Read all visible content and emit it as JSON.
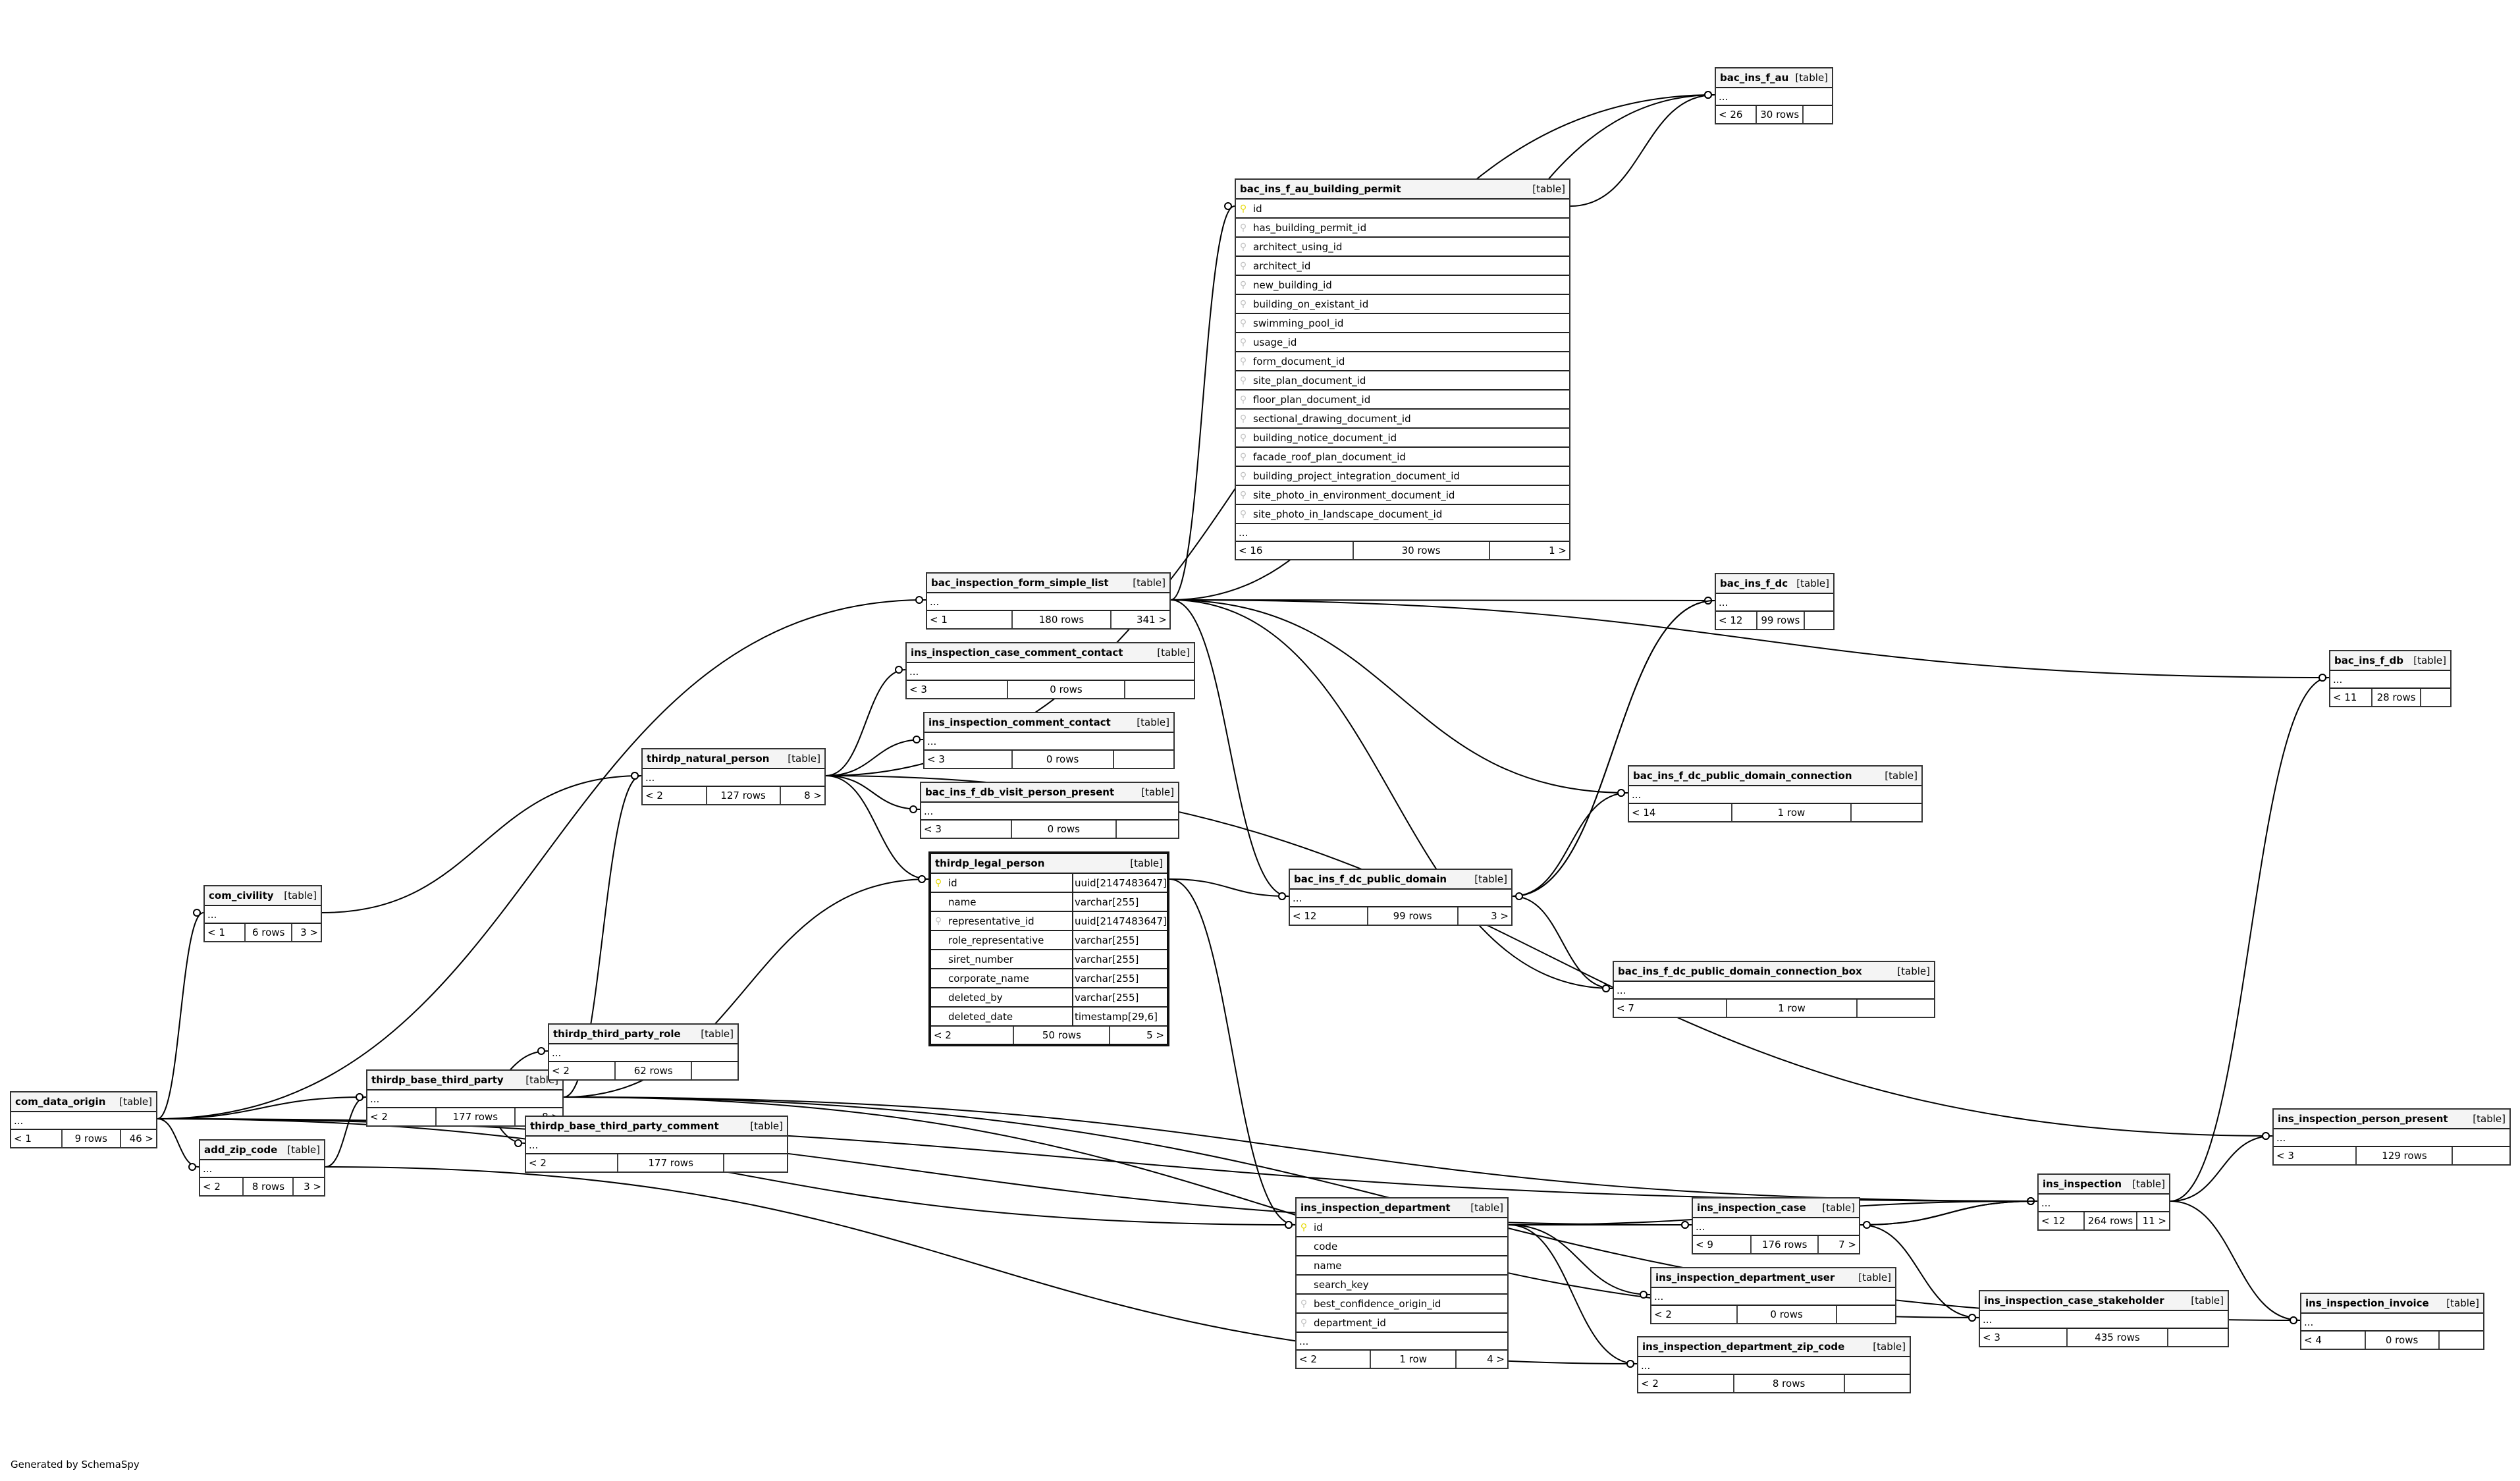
{
  "diagram": {
    "generator_text": "Generated by SchemaSpy",
    "tables": [
      {
        "id": "bac_ins_f_au",
        "name": "bac_ins_f_au",
        "kind": "[table]",
        "parents": "< 26",
        "rows": "30 rows",
        "children": ""
      },
      {
        "id": "bac_ins_f_au_building_permit",
        "name": "bac_ins_f_au_building_permit",
        "kind": "[table]",
        "columns": [
          {
            "key": "pk",
            "name": "id"
          },
          {
            "key": "fk",
            "name": "has_building_permit_id"
          },
          {
            "key": "fk",
            "name": "architect_using_id"
          },
          {
            "key": "fk",
            "name": "architect_id"
          },
          {
            "key": "fk",
            "name": "new_building_id"
          },
          {
            "key": "fk",
            "name": "building_on_existant_id"
          },
          {
            "key": "fk",
            "name": "swimming_pool_id"
          },
          {
            "key": "fk",
            "name": "usage_id"
          },
          {
            "key": "fk",
            "name": "form_document_id"
          },
          {
            "key": "fk",
            "name": "site_plan_document_id"
          },
          {
            "key": "fk",
            "name": "floor_plan_document_id"
          },
          {
            "key": "fk",
            "name": "sectional_drawing_document_id"
          },
          {
            "key": "fk",
            "name": "building_notice_document_id"
          },
          {
            "key": "fk",
            "name": "facade_roof_plan_document_id"
          },
          {
            "key": "fk",
            "name": "building_project_integration_document_id"
          },
          {
            "key": "fk",
            "name": "site_photo_in_environment_document_id"
          },
          {
            "key": "fk",
            "name": "site_photo_in_landscape_document_id"
          }
        ],
        "more": "...",
        "parents": "< 16",
        "rows": "30 rows",
        "children": "1 >"
      },
      {
        "id": "bac_inspection_form_simple_list",
        "name": "bac_inspection_form_simple_list",
        "kind": "[table]",
        "parents": "< 1",
        "rows": "180 rows",
        "children": "341 >"
      },
      {
        "id": "ins_inspection_case_comment_contact",
        "name": "ins_inspection_case_comment_contact",
        "kind": "[table]",
        "parents": "< 3",
        "rows": "0 rows",
        "children": ""
      },
      {
        "id": "ins_inspection_comment_contact",
        "name": "ins_inspection_comment_contact",
        "kind": "[table]",
        "parents": "< 3",
        "rows": "0 rows",
        "children": ""
      },
      {
        "id": "bac_ins_f_db_visit_person_present",
        "name": "bac_ins_f_db_visit_person_present",
        "kind": "[table]",
        "parents": "< 3",
        "rows": "0 rows",
        "children": ""
      },
      {
        "id": "thirdp_natural_person",
        "name": "thirdp_natural_person",
        "kind": "[table]",
        "parents": "< 2",
        "rows": "127 rows",
        "children": "8 >"
      },
      {
        "id": "thirdp_legal_person",
        "name": "thirdp_legal_person",
        "kind": "[table]",
        "columns": [
          {
            "key": "pk",
            "name": "id",
            "type": "uuid[2147483647]"
          },
          {
            "key": "",
            "name": "name",
            "type": "varchar[255]"
          },
          {
            "key": "fk",
            "name": "representative_id",
            "type": "uuid[2147483647]"
          },
          {
            "key": "",
            "name": "role_representative",
            "type": "varchar[255]"
          },
          {
            "key": "",
            "name": "siret_number",
            "type": "varchar[255]"
          },
          {
            "key": "",
            "name": "corporate_name",
            "type": "varchar[255]"
          },
          {
            "key": "",
            "name": "deleted_by",
            "type": "varchar[255]"
          },
          {
            "key": "",
            "name": "deleted_date",
            "type": "timestamp[29,6]"
          }
        ],
        "parents": "< 2",
        "rows": "50 rows",
        "children": "5 >"
      },
      {
        "id": "com_civility",
        "name": "com_civility",
        "kind": "[table]",
        "parents": "< 1",
        "rows": "6 rows",
        "children": "3 >"
      },
      {
        "id": "com_data_origin",
        "name": "com_data_origin",
        "kind": "[table]",
        "parents": "< 1",
        "rows": "9 rows",
        "children": "46 >"
      },
      {
        "id": "add_zip_code",
        "name": "add_zip_code",
        "kind": "[table]",
        "parents": "< 2",
        "rows": "8 rows",
        "children": "3 >"
      },
      {
        "id": "thirdp_base_third_party",
        "name": "thirdp_base_third_party",
        "kind": "[table]",
        "parents": "< 2",
        "rows": "177 rows",
        "children": "8 >"
      },
      {
        "id": "thirdp_third_party_role",
        "name": "thirdp_third_party_role",
        "kind": "[table]",
        "parents": "< 2",
        "rows": "62 rows",
        "children": ""
      },
      {
        "id": "thirdp_base_third_party_comment",
        "name": "thirdp_base_third_party_comment",
        "kind": "[table]",
        "parents": "< 2",
        "rows": "177 rows",
        "children": ""
      },
      {
        "id": "bac_ins_f_dc",
        "name": "bac_ins_f_dc",
        "kind": "[table]",
        "parents": "< 12",
        "rows": "99 rows",
        "children": ""
      },
      {
        "id": "bac_ins_f_db",
        "name": "bac_ins_f_db",
        "kind": "[table]",
        "parents": "< 11",
        "rows": "28 rows",
        "children": ""
      },
      {
        "id": "bac_ins_f_dc_public_domain_connection",
        "name": "bac_ins_f_dc_public_domain_connection",
        "kind": "[table]",
        "parents": "< 14",
        "rows": "1 row",
        "children": ""
      },
      {
        "id": "bac_ins_f_dc_public_domain",
        "name": "bac_ins_f_dc_public_domain",
        "kind": "[table]",
        "parents": "< 12",
        "rows": "99 rows",
        "children": "3 >"
      },
      {
        "id": "bac_ins_f_dc_public_domain_connection_box",
        "name": "bac_ins_f_dc_public_domain_connection_box",
        "kind": "[table]",
        "parents": "< 7",
        "rows": "1 row",
        "children": ""
      },
      {
        "id": "ins_inspection_department",
        "name": "ins_inspection_department",
        "kind": "[table]",
        "columns": [
          {
            "key": "pk",
            "name": "id"
          },
          {
            "key": "",
            "name": "code"
          },
          {
            "key": "",
            "name": "name"
          },
          {
            "key": "",
            "name": "search_key"
          },
          {
            "key": "fk",
            "name": "best_confidence_origin_id"
          },
          {
            "key": "fk",
            "name": "department_id"
          }
        ],
        "more": "...",
        "parents": "< 2",
        "rows": "1 row",
        "children": "4 >"
      },
      {
        "id": "ins_inspection_case",
        "name": "ins_inspection_case",
        "kind": "[table]",
        "parents": "< 9",
        "rows": "176 rows",
        "children": "7 >"
      },
      {
        "id": "ins_inspection_department_user",
        "name": "ins_inspection_department_user",
        "kind": "[table]",
        "parents": "< 2",
        "rows": "0 rows",
        "children": ""
      },
      {
        "id": "ins_inspection_department_zip_code",
        "name": "ins_inspection_department_zip_code",
        "kind": "[table]",
        "parents": "< 2",
        "rows": "8 rows",
        "children": ""
      },
      {
        "id": "ins_inspection",
        "name": "ins_inspection",
        "kind": "[table]",
        "parents": "< 12",
        "rows": "264 rows",
        "children": "11 >"
      },
      {
        "id": "ins_inspection_case_stakeholder",
        "name": "ins_inspection_case_stakeholder",
        "kind": "[table]",
        "parents": "< 3",
        "rows": "435 rows",
        "children": ""
      },
      {
        "id": "ins_inspection_person_present",
        "name": "ins_inspection_person_present",
        "kind": "[table]",
        "parents": "< 3",
        "rows": "129 rows",
        "children": ""
      },
      {
        "id": "ins_inspection_invoice",
        "name": "ins_inspection_invoice",
        "kind": "[table]",
        "parents": "< 4",
        "rows": "0 rows",
        "children": ""
      }
    ],
    "relationships": [
      {
        "from": "bac_inspection_form_simple_list",
        "to": "bac_ins_f_au"
      },
      {
        "from": "bac_inspection_form_simple_list",
        "to": "bac_ins_f_au_building_permit"
      },
      {
        "from": "bac_inspection_form_simple_list",
        "to": "bac_ins_f_dc"
      },
      {
        "from": "bac_inspection_form_simple_list",
        "to": "bac_ins_f_db"
      },
      {
        "from": "bac_inspection_form_simple_list",
        "to": "bac_ins_f_dc_public_domain_connection"
      },
      {
        "from": "bac_inspection_form_simple_list",
        "to": "bac_ins_f_dc_public_domain"
      },
      {
        "from": "bac_inspection_form_simple_list",
        "to": "bac_ins_f_dc_public_domain_connection_box"
      },
      {
        "from": "bac_ins_f_au_building_permit",
        "to": "bac_ins_f_au"
      },
      {
        "from": "thirdp_natural_person",
        "to": "bac_ins_f_au"
      },
      {
        "from": "thirdp_natural_person",
        "to": "ins_inspection_case_comment_contact"
      },
      {
        "from": "thirdp_natural_person",
        "to": "ins_inspection_comment_contact"
      },
      {
        "from": "thirdp_natural_person",
        "to": "bac_ins_f_db_visit_person_present"
      },
      {
        "from": "thirdp_natural_person",
        "to": "thirdp_legal_person"
      },
      {
        "from": "thirdp_natural_person",
        "to": "ins_inspection_person_present"
      },
      {
        "from": "thirdp_legal_person",
        "to": "bac_ins_f_dc_public_domain"
      },
      {
        "from": "thirdp_legal_person",
        "to": "ins_inspection_department"
      },
      {
        "from": "com_civility",
        "to": "thirdp_natural_person"
      },
      {
        "from": "com_data_origin",
        "to": "com_civility"
      },
      {
        "from": "com_data_origin",
        "to": "bac_inspection_form_simple_list"
      },
      {
        "from": "com_data_origin",
        "to": "thirdp_base_third_party"
      },
      {
        "from": "com_data_origin",
        "to": "add_zip_code"
      },
      {
        "from": "com_data_origin",
        "to": "ins_inspection_department"
      },
      {
        "from": "com_data_origin",
        "to": "ins_inspection"
      },
      {
        "from": "com_data_origin",
        "to": "ins_inspection_case"
      },
      {
        "from": "add_zip_code",
        "to": "thirdp_base_third_party"
      },
      {
        "from": "add_zip_code",
        "to": "ins_inspection_department_zip_code"
      },
      {
        "from": "thirdp_base_third_party",
        "to": "thirdp_natural_person"
      },
      {
        "from": "thirdp_base_third_party",
        "to": "thirdp_legal_person"
      },
      {
        "from": "thirdp_base_third_party",
        "to": "thirdp_third_party_role"
      },
      {
        "from": "thirdp_base_third_party",
        "to": "thirdp_base_third_party_comment"
      },
      {
        "from": "thirdp_base_third_party",
        "to": "ins_inspection"
      },
      {
        "from": "thirdp_base_third_party",
        "to": "ins_inspection_case_stakeholder"
      },
      {
        "from": "thirdp_base_third_party",
        "to": "ins_inspection_invoice"
      },
      {
        "from": "bac_ins_f_dc_public_domain",
        "to": "bac_ins_f_dc"
      },
      {
        "from": "bac_ins_f_dc_public_domain",
        "to": "bac_ins_f_dc_public_domain_connection"
      },
      {
        "from": "bac_ins_f_dc_public_domain",
        "to": "bac_ins_f_dc_public_domain_connection_box"
      },
      {
        "from": "ins_inspection_department",
        "to": "ins_inspection_case"
      },
      {
        "from": "ins_inspection_department",
        "to": "ins_inspection"
      },
      {
        "from": "ins_inspection_department",
        "to": "ins_inspection_department_user"
      },
      {
        "from": "ins_inspection_department",
        "to": "ins_inspection_department_zip_code"
      },
      {
        "from": "ins_inspection_case",
        "to": "ins_inspection"
      },
      {
        "from": "ins_inspection_case",
        "to": "ins_inspection_case_stakeholder"
      },
      {
        "from": "ins_inspection",
        "to": "ins_inspection_case"
      },
      {
        "from": "ins_inspection",
        "to": "bac_ins_f_db"
      },
      {
        "from": "ins_inspection",
        "to": "ins_inspection_person_present"
      },
      {
        "from": "ins_inspection",
        "to": "ins_inspection_invoice"
      },
      {
        "from": "bac_ins_f_dc",
        "to": "bac_ins_f_dc_public_domain"
      }
    ]
  }
}
